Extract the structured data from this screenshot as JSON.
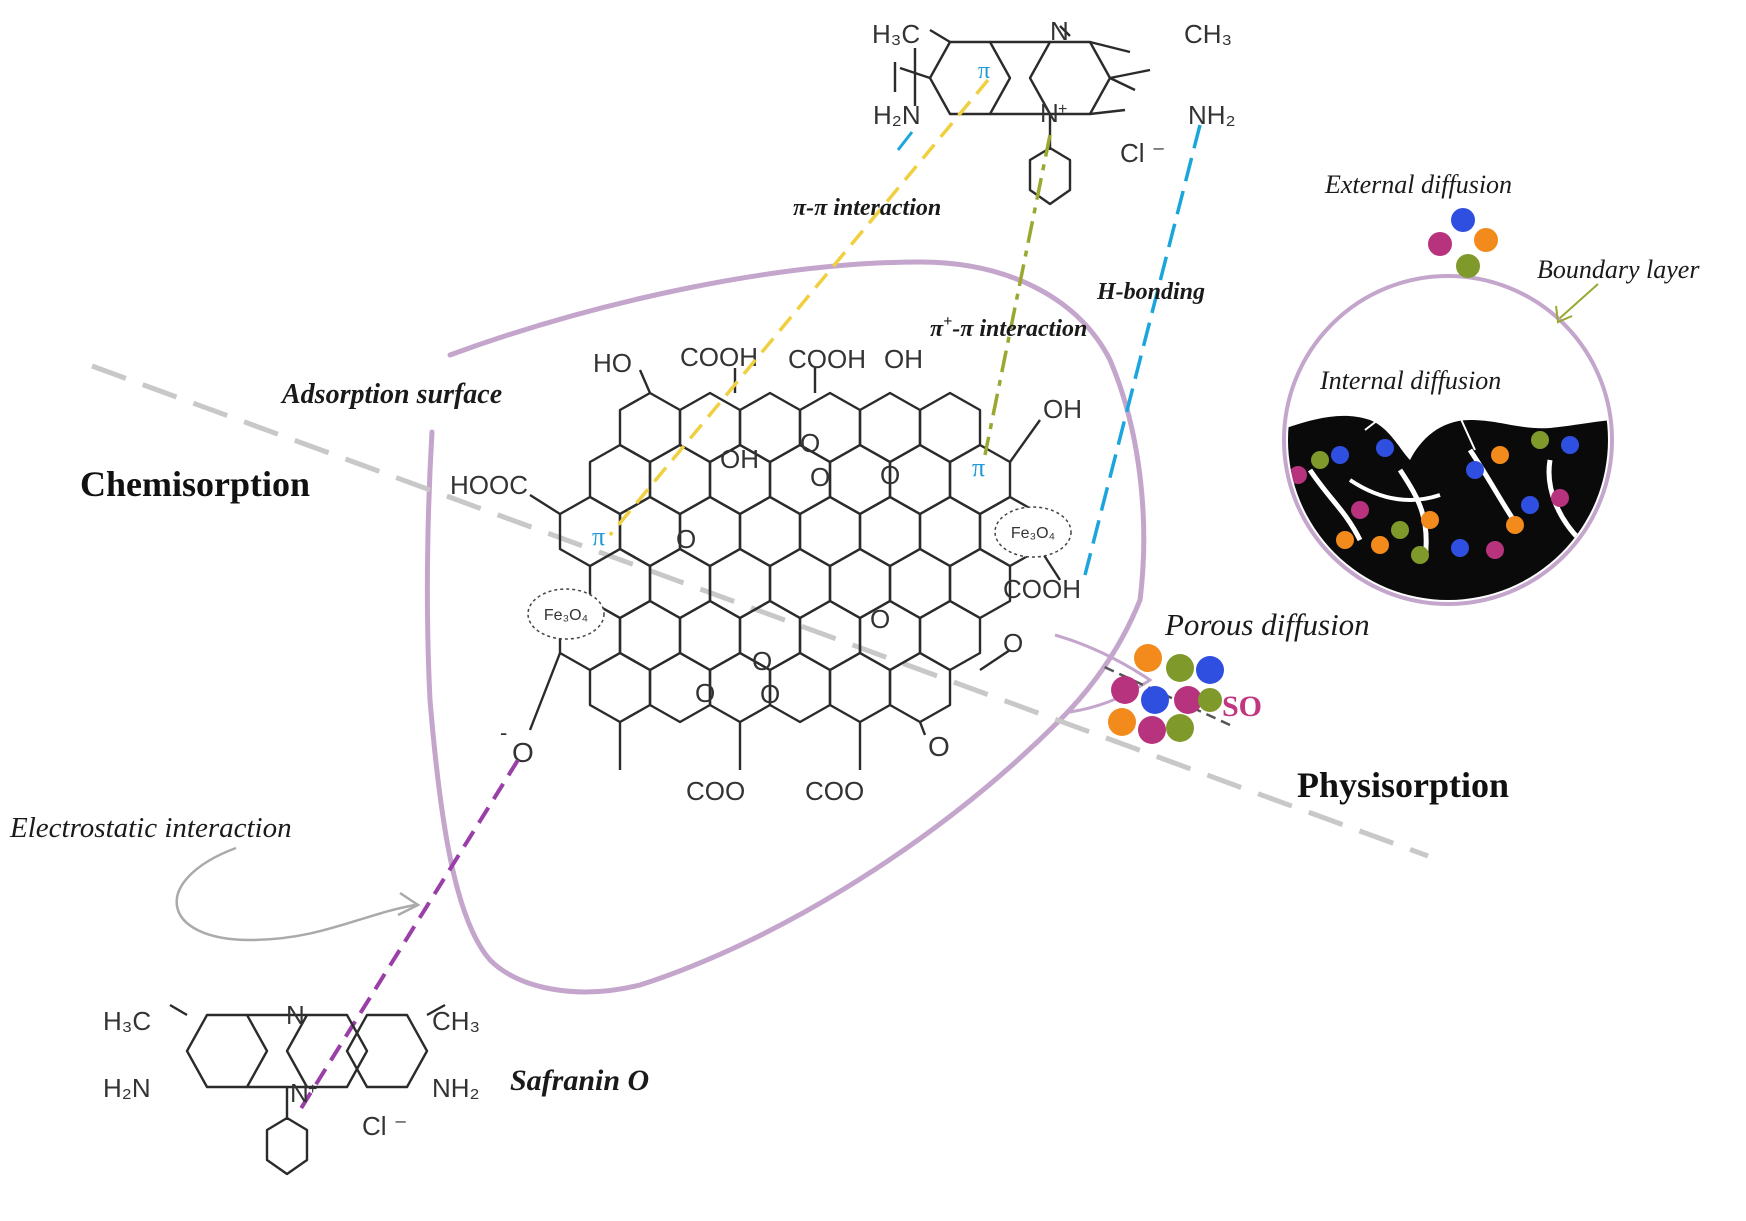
{
  "labels": {
    "pi_pi": "π-π interaction",
    "pi_plus_pi_a": "π",
    "pi_plus_pi_sup": "+",
    "pi_plus_pi_b": "-π interaction",
    "h_bonding": "H-bonding",
    "adsorption_surface": "Adsorption surface",
    "chemisorption": "Chemisorption",
    "physisorption": "Physisorption",
    "electrostatic": "Electrostatic interaction",
    "safranin": "Safranin O",
    "porous_diffusion": "Porous diffusion",
    "so": "SO",
    "external_diffusion": "External diffusion",
    "boundary_layer": "Boundary layer",
    "internal_diffusion": "Internal diffusion"
  },
  "molecule_top": {
    "h3c": "H₃C",
    "ch3": "CH₃",
    "n": "N",
    "n_plus": "N",
    "plus": "+",
    "h2n": "H₂N",
    "nh2": "NH₂",
    "cl": "Cl ⁻",
    "pi": "π"
  },
  "molecule_bottom": {
    "h3c": "H₃C",
    "ch3": "CH₃",
    "n": "N",
    "n_plus": "N",
    "plus": "+",
    "h2n": "H₂N",
    "nh2": "NH₂",
    "cl": "Cl ⁻"
  },
  "graphene": {
    "ho_tl": "HO",
    "cooh_t1": "COOH",
    "cooh_t2": "COOH",
    "oh_t": "OH",
    "oh_tr": "OH",
    "hooc_l": "HOOC",
    "oh_c": "OH",
    "o1": "O",
    "o2": "O",
    "o3": "O",
    "o4": "O",
    "o5": "O",
    "o6": "O",
    "o7": "O",
    "o8": "O",
    "cooh_r": "COOH",
    "o_ketone": "O",
    "o_minus": "O",
    "minus": "-",
    "o_r": "O",
    "coo_1": "COO",
    "coo_2": "COO",
    "pi_left": "π",
    "pi_right": "π",
    "fe3o4_left": "Fe₃O₄",
    "fe3o4_right": "Fe₃O₄"
  },
  "colors": {
    "particle_outline": "#c4a5cc",
    "dashed_divider": "#c8c8c8",
    "pi_pi_line": "#f0d040",
    "pi_plus_line": "#9aa832",
    "h_bond_line": "#1aa6dc",
    "electrostatic_line": "#9b3fa8",
    "so_text": "#c2357f",
    "dye_orange": "#f28a1c",
    "dye_blue": "#2f4fe0",
    "dye_magenta": "#b8337e",
    "dye_olive": "#7f9a2a"
  }
}
